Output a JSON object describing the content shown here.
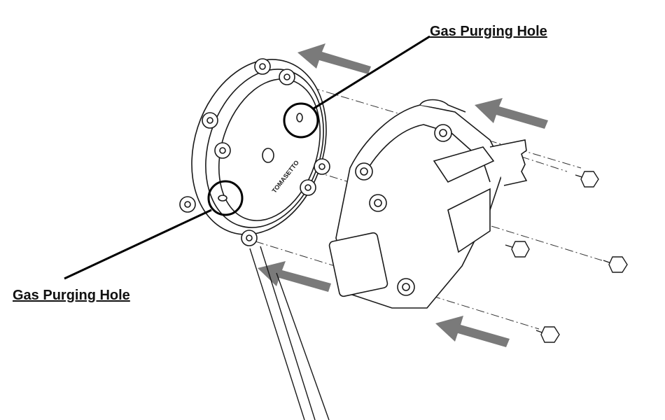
{
  "callouts": {
    "top": {
      "label": "Gas Purging Hole"
    },
    "bottom": {
      "label": "Gas Purging Hole"
    }
  },
  "cover": {
    "brand_text": "TOMASETTO"
  },
  "colors": {
    "arrow": "#7a7a7a",
    "line": "#1a1a1a",
    "background": "#ffffff"
  },
  "icons": [
    "arrow-icon",
    "screw-icon",
    "callout-circle-icon"
  ]
}
